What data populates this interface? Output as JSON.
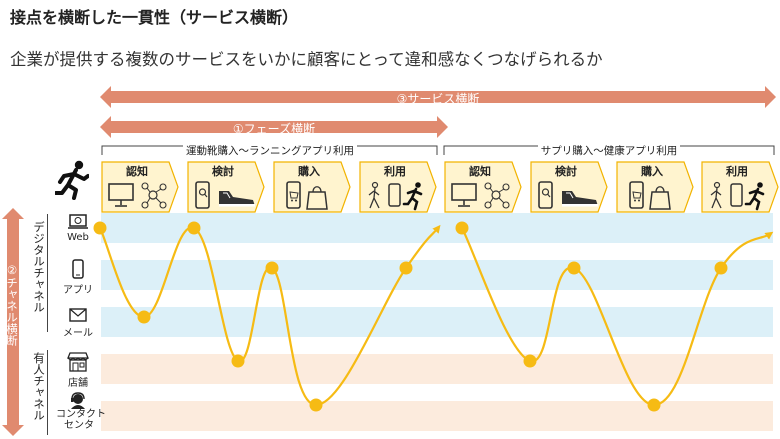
{
  "title": "接点を横断した一貫性（サービス横断）",
  "subtitle": "企業が提供する複数のサービスをいかに顧客にとって違和感なくつなげられるか",
  "arrows": {
    "service": "③サービス横断",
    "phase": "①フェーズ横断",
    "channel": "②チャネル横断"
  },
  "segments": [
    "運動靴購入～ランニングアプリ利用",
    "サプリ購入～健康アプリ利用"
  ],
  "stages": [
    "認知",
    "検討",
    "購入",
    "利用",
    "認知",
    "検討",
    "購入",
    "利用"
  ],
  "groups": {
    "digital": "デジタルチャネル",
    "physical": "有人チャネル"
  },
  "channels": {
    "web": "Web",
    "app": "アプリ",
    "mail": "メール",
    "store": "店舗",
    "contact_line1": "コンタクト",
    "contact_line2": "センタ"
  },
  "colors": {
    "arrow": "#e08a6f",
    "stage_fill": "#fff4cf",
    "stage_border": "#f2b300",
    "digital_band": "#dcf0f8",
    "physical_band": "#fcebdd",
    "journey_line": "#f6bb14"
  },
  "journey": {
    "channel_rows": [
      "web",
      "app",
      "mail",
      "store",
      "contact"
    ],
    "points": [
      {
        "stage": 1,
        "channel": "web"
      },
      {
        "stage": 1,
        "channel": "mail"
      },
      {
        "stage": 2,
        "channel": "web"
      },
      {
        "stage": 2,
        "channel": "store"
      },
      {
        "stage": 3,
        "channel": "app"
      },
      {
        "stage": 3,
        "channel": "contact"
      },
      {
        "stage": 4,
        "channel": "app"
      },
      {
        "stage": 5,
        "channel": "web"
      },
      {
        "stage": 6,
        "channel": "store"
      },
      {
        "stage": 6,
        "channel": "app"
      },
      {
        "stage": 7,
        "channel": "contact"
      },
      {
        "stage": 8,
        "channel": "app"
      }
    ]
  }
}
